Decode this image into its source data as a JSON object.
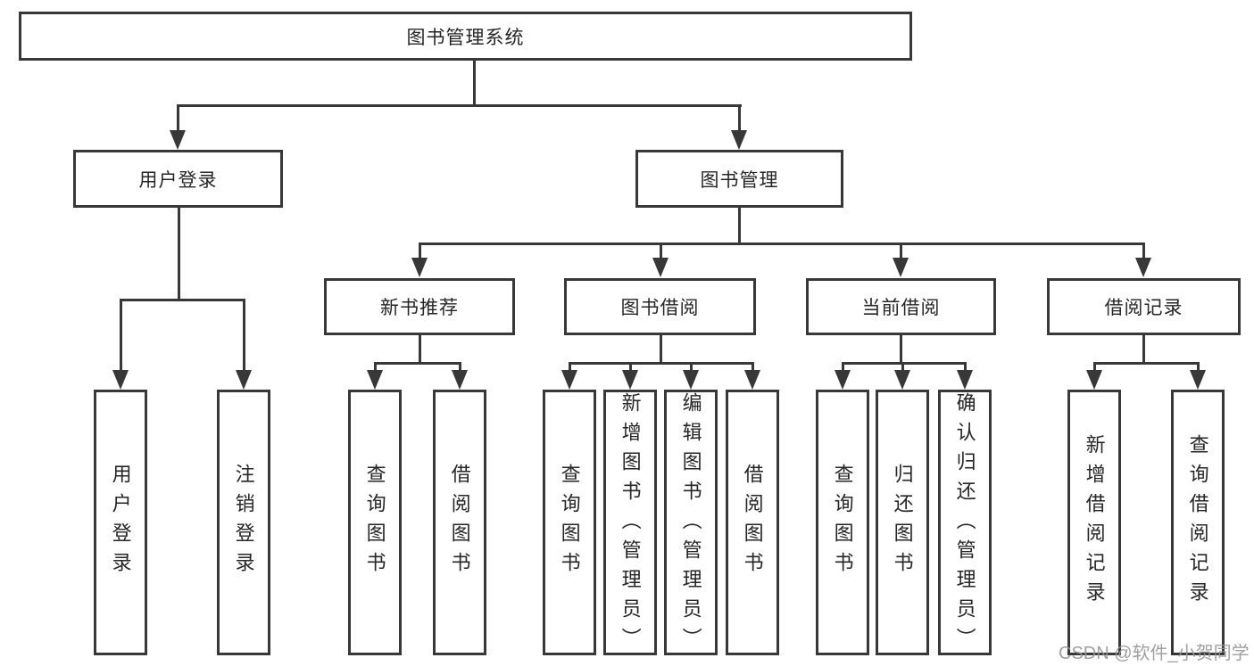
{
  "colors": {
    "line": "#383838",
    "box_border": "#383838",
    "box_background": "#ffffff",
    "page_background": "#ffffff",
    "label_text": "#262626",
    "watermark_text": "#969696"
  },
  "watermark": {
    "text": "CSDN @软件_小贺同学"
  },
  "tree": {
    "label": "图书管理系统",
    "children": [
      {
        "label": "用户登录",
        "children": [
          {
            "label": "用户登录"
          },
          {
            "label": "注销登录"
          }
        ]
      },
      {
        "label": "图书管理",
        "children": [
          {
            "label": "新书推荐",
            "children": [
              {
                "label": "查询图书"
              },
              {
                "label": "借阅图书"
              }
            ]
          },
          {
            "label": "图书借阅",
            "children": [
              {
                "label": "查询图书"
              },
              {
                "label": "新增图书（管理员）"
              },
              {
                "label": "编辑图书（管理员）"
              },
              {
                "label": "借阅图书"
              }
            ]
          },
          {
            "label": "当前借阅",
            "children": [
              {
                "label": "查询图书"
              },
              {
                "label": "归还图书"
              },
              {
                "label": "确认归还（管理员）"
              }
            ]
          },
          {
            "label": "借阅记录",
            "children": [
              {
                "label": "新增借阅记录"
              },
              {
                "label": "查询借阅记录"
              }
            ]
          }
        ]
      }
    ]
  }
}
